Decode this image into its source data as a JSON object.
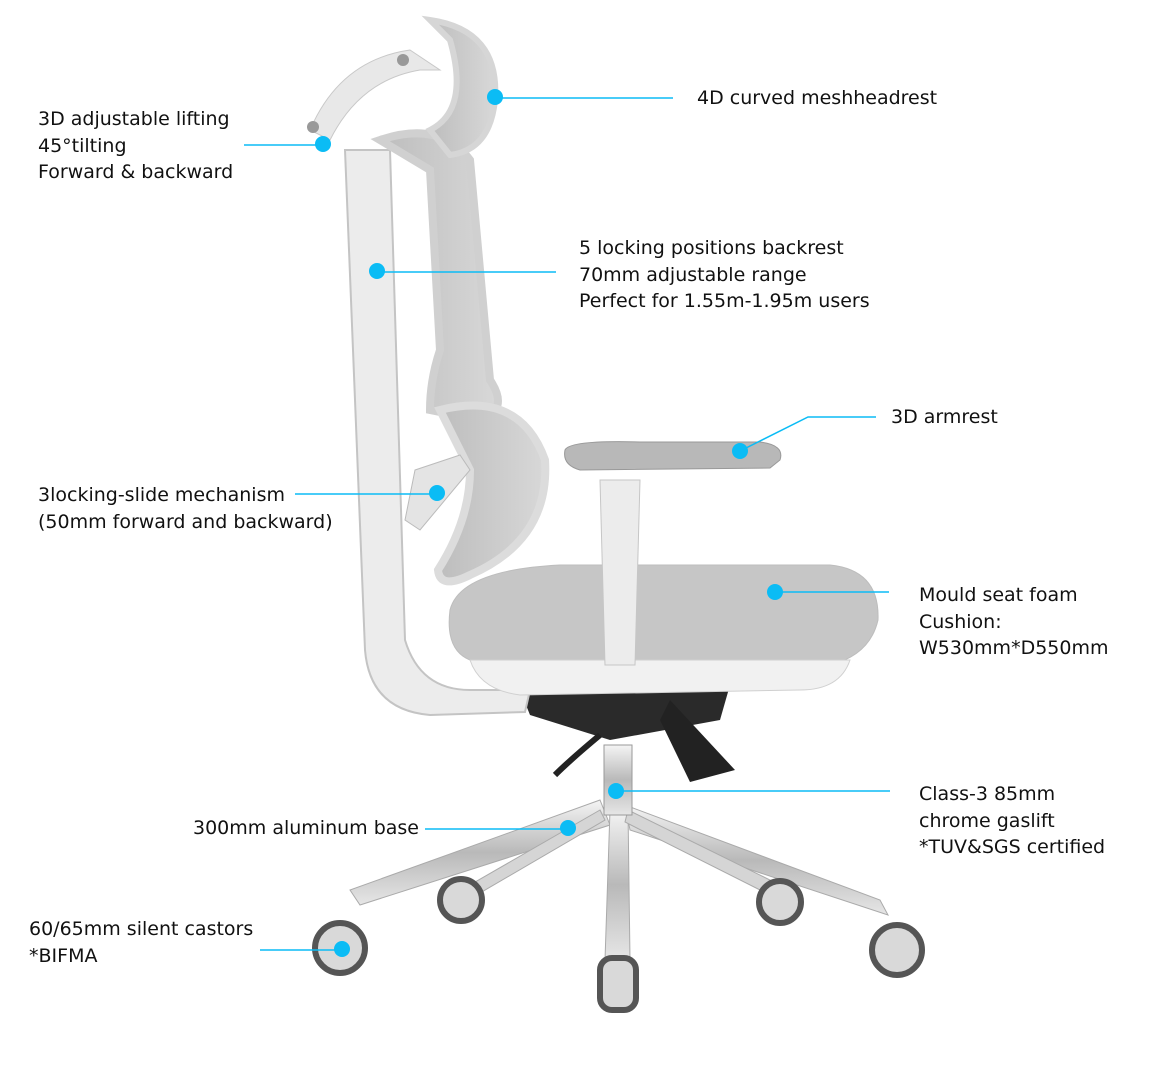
{
  "accent_color": "#0bbcf5",
  "callouts": {
    "headrest": {
      "lines": [
        "4D curved meshheadrest"
      ]
    },
    "lifting": {
      "lines": [
        "3D adjustable lifting",
        "45°tilting",
        "Forward & backward"
      ]
    },
    "backrest": {
      "lines": [
        "5 locking positions backrest",
        "70mm adjustable range",
        "Perfect for 1.55m-1.95m users"
      ]
    },
    "armrest": {
      "lines": [
        "3D armrest"
      ]
    },
    "slide": {
      "lines": [
        "3locking-slide mechanism",
        "(50mm forward and backward)"
      ]
    },
    "seat": {
      "lines": [
        "Mould seat foam",
        "Cushion:",
        "W530mm*D550mm"
      ]
    },
    "gaslift": {
      "lines": [
        "Class-3 85mm",
        "chrome gaslift",
        "*TUV&SGS certified"
      ]
    },
    "base": {
      "lines": [
        "300mm aluminum base"
      ]
    },
    "castors": {
      "lines": [
        "60/65mm silent castors",
        "*BIFMA"
      ]
    }
  }
}
